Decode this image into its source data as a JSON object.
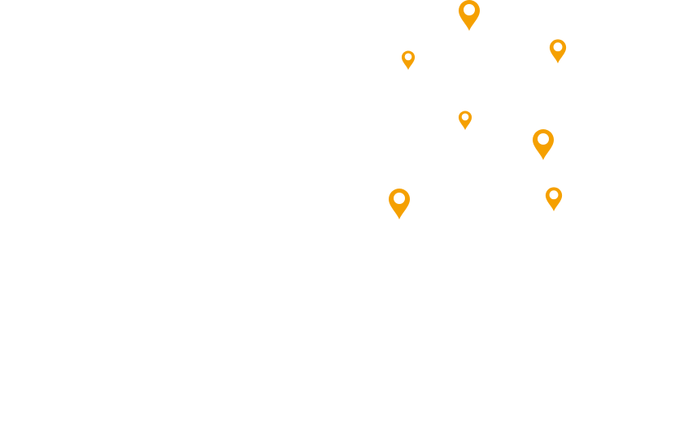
{
  "map": {
    "background_color": "#ffffff",
    "marker_color": "#F5A000",
    "marker_hole_color": "#ffffff",
    "marker_icon": "map-pin-icon",
    "markers": [
      {
        "id": "marker-1",
        "size": "large"
      },
      {
        "id": "marker-2",
        "size": "small"
      },
      {
        "id": "marker-3",
        "size": "medium"
      },
      {
        "id": "marker-4",
        "size": "small"
      },
      {
        "id": "marker-5",
        "size": "large"
      },
      {
        "id": "marker-6",
        "size": "large"
      },
      {
        "id": "marker-7",
        "size": "medium"
      }
    ]
  }
}
